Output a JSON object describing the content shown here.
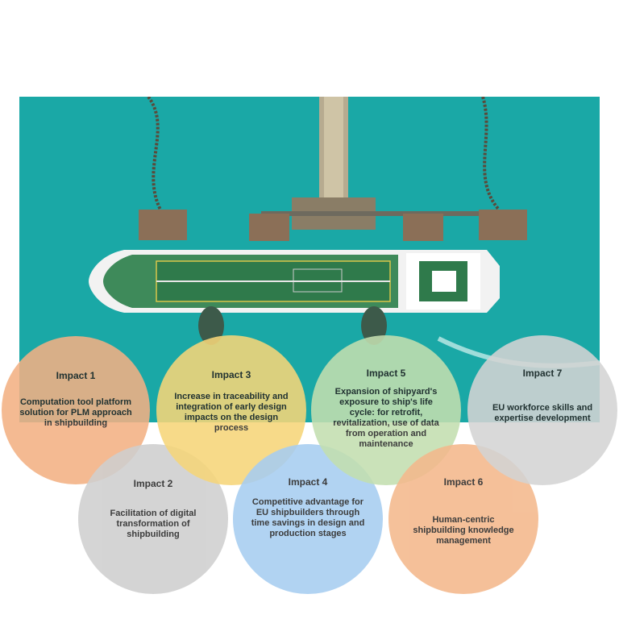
{
  "impacts": [
    {
      "id": 1,
      "title": "Impact 1",
      "text": "Computation tool platform solution for PLM approach in shipbuilding",
      "color": "#f3b184"
    },
    {
      "id": 2,
      "title": "Impact 2",
      "text": "Facilitation of digital transformation of shipbuilding",
      "color": "#cfcfcf"
    },
    {
      "id": 3,
      "title": "Impact 3",
      "text": "Increase in traceability and integration of early design impacts on the design process",
      "color": "#f6d679"
    },
    {
      "id": 4,
      "title": "Impact 4",
      "text": "Competitive advantage for EU shipbuilders through time savings in design and production stages",
      "color": "#a7cdf1"
    },
    {
      "id": 5,
      "title": "Impact 5",
      "text": "Expansion of shipyard's exposure to ship's life cycle: for retrofit, revitalization, use of data from operation and maintenance",
      "color": "#c3dfb0"
    },
    {
      "id": 6,
      "title": "Impact 6",
      "text": "Human-centric shipbuilding knowledge management",
      "color": "#f4b88c"
    },
    {
      "id": 7,
      "title": "Impact 7",
      "text": "EU workforce skills and expertise development",
      "color": "#d4d4d4"
    }
  ]
}
